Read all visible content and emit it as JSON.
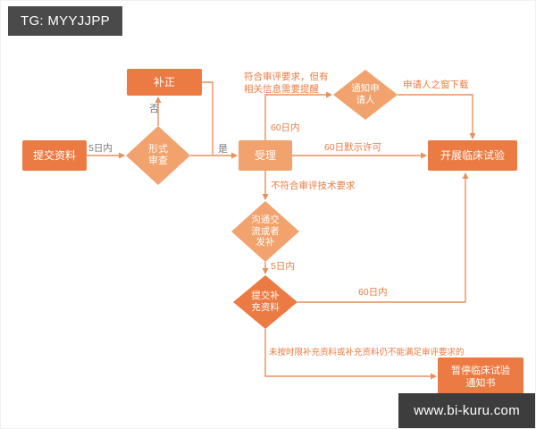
{
  "watermarks": {
    "top": "TG: MYYJJPP",
    "bottom": "www.bi-kuru.com"
  },
  "colors": {
    "node_dark": "#EC7A43",
    "node_light": "#F2A26C",
    "line": "#E9915E",
    "annotation_orange": "#EB7B42",
    "annotation_gray": "#777777",
    "badge_top_bg": "#4A4A4A",
    "badge_bottom_bg": "#3D3D3D"
  },
  "nodes": {
    "submit": "提交资料",
    "correction": "补正",
    "formal_review": "形式审查",
    "accept": "受理",
    "notify_applicant": "通知申请人",
    "carry_out_trial": "开展临床试验",
    "communicate": "沟通交流或者发补",
    "supplement": "提交补充资料",
    "suspend_notice": "暂停临床试验通知书"
  },
  "labels": {
    "within_5_days_1": "5日内",
    "no": "否",
    "yes": "是",
    "meets_requirements": "符合审评要求，但有相关信息需要提醒",
    "within_60_days_1": "60日内",
    "applicant_window": "申请人之窗下载",
    "implied_permission": "60日默示许可",
    "not_meet_requirements": "不符合审评技术要求",
    "within_5_days_2": "5日内",
    "within_60_days_2": "60日内",
    "overdue_note": "未按时限补充资料或补充资料仍不能满足审评要求的"
  }
}
